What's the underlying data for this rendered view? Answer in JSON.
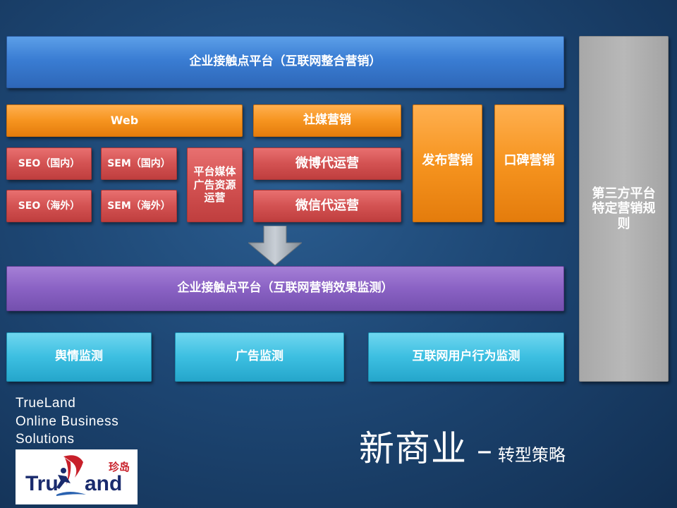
{
  "top_platform": "企业接触点平台（互联网整合营销）",
  "web": "Web",
  "social": "社媒营销",
  "publish": "发布营销",
  "word_of_mouth": "口碑营销",
  "third_party": "第三方平台特定营销规则",
  "seo_domestic": "SEO（国内）",
  "sem_domestic": "SEM（国内）",
  "seo_overseas": "SEO（海外）",
  "sem_overseas": "SEM（海外）",
  "platform_media": "平台媒体广告资源运营",
  "weibo": "微博代运营",
  "wechat": "微信代运营",
  "monitor_platform": "企业接触点平台（互联网营销效果监测）",
  "public_opinion": "舆情监测",
  "ad_monitor": "广告监测",
  "user_behavior": "互联网用户行为监测",
  "company": {
    "line1": "TrueLand",
    "line2": "Online Business",
    "line3": "Solutions"
  },
  "logo": {
    "text": "TrueLand",
    "cn": "珍岛"
  },
  "slogan": {
    "main": "新商业",
    "dash": "–",
    "sub": "转型策略"
  },
  "colors": {
    "background": "#1d4673",
    "blue": "#3a7dd3",
    "orange": "#f6941f",
    "red": "#d35252",
    "purple": "#8a62c4",
    "cyan": "#3cbfe1",
    "gray": "#b0b0b0"
  }
}
